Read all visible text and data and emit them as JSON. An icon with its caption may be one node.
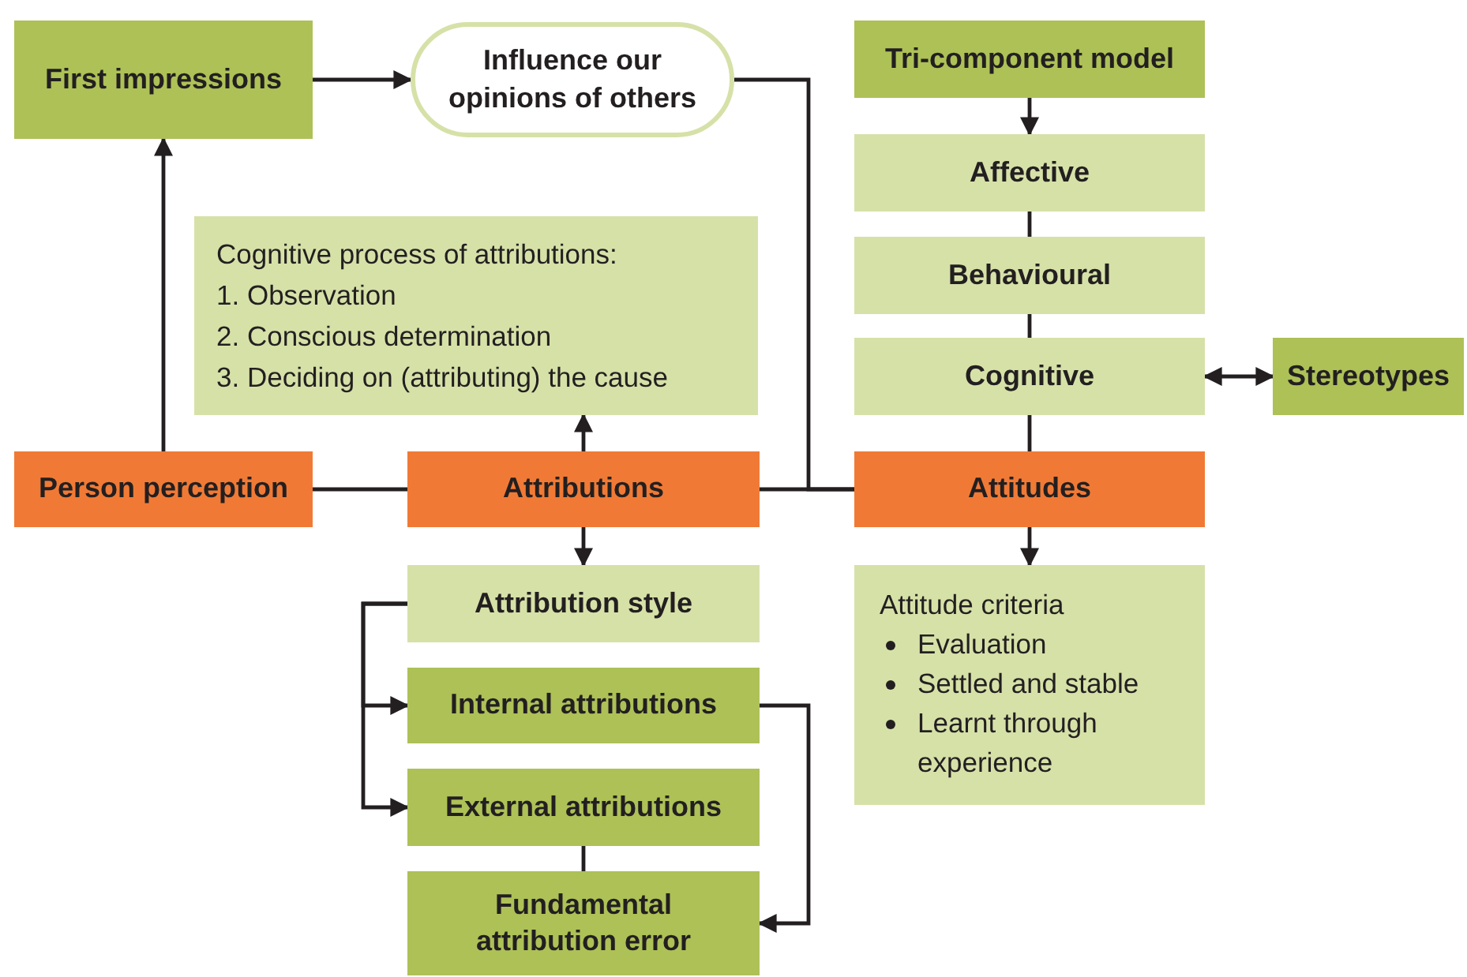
{
  "diagram": {
    "nodes": [
      {
        "text": [
          "First impressions"
        ]
      },
      {
        "text": [
          "Influence our opinions of others"
        ]
      },
      {
        "text": [
          "Tri-component model"
        ]
      },
      {
        "text": [
          "Cognitive process of attributions:",
          "1. Observation",
          "2. Conscious determination",
          "3. Deciding on (attributing) the cause"
        ]
      },
      {
        "text": [
          "Affective"
        ]
      },
      {
        "text": [
          "Behavioural"
        ]
      },
      {
        "text": [
          "Cognitive"
        ]
      },
      {
        "text": [
          "Stereotypes"
        ]
      },
      {
        "text": [
          "Person perception"
        ]
      },
      {
        "text": [
          "Attributions"
        ]
      },
      {
        "text": [
          "Attitudes"
        ]
      },
      {
        "text": [
          "Attribution style"
        ]
      },
      {
        "text": [
          "Attitude criteria",
          "Evaluation",
          "Settled and stable",
          "Learnt through experience"
        ]
      },
      {
        "text": [
          "Internal attributions"
        ]
      },
      {
        "text": [
          "External attributions"
        ]
      },
      {
        "text": [
          "Fundamental attribution error"
        ]
      }
    ],
    "edges": [
      {
        "from": 0,
        "to": 1,
        "arrow": "to"
      },
      {
        "from": 8,
        "to": 0,
        "arrow": "to"
      },
      {
        "from": 8,
        "to": 9,
        "arrow": "none"
      },
      {
        "from": 9,
        "to": 3,
        "arrow": "to"
      },
      {
        "from": 9,
        "to": 11,
        "arrow": "to"
      },
      {
        "from": 1,
        "to": 10,
        "arrow": "none"
      },
      {
        "from": 9,
        "to": 10,
        "arrow": "none"
      },
      {
        "from": 2,
        "to": 4,
        "arrow": "to"
      },
      {
        "from": 4,
        "to": 5,
        "arrow": "none"
      },
      {
        "from": 5,
        "to": 6,
        "arrow": "none"
      },
      {
        "from": 6,
        "to": 10,
        "arrow": "none"
      },
      {
        "from": 6,
        "to": 7,
        "arrow": "both"
      },
      {
        "from": 10,
        "to": 12,
        "arrow": "to"
      },
      {
        "from": 11,
        "to": 13,
        "arrow": "to"
      },
      {
        "from": 11,
        "to": 14,
        "arrow": "to"
      },
      {
        "from": 13,
        "to": 15,
        "arrow": "to"
      },
      {
        "from": 14,
        "to": 15,
        "arrow": "none"
      }
    ]
  }
}
